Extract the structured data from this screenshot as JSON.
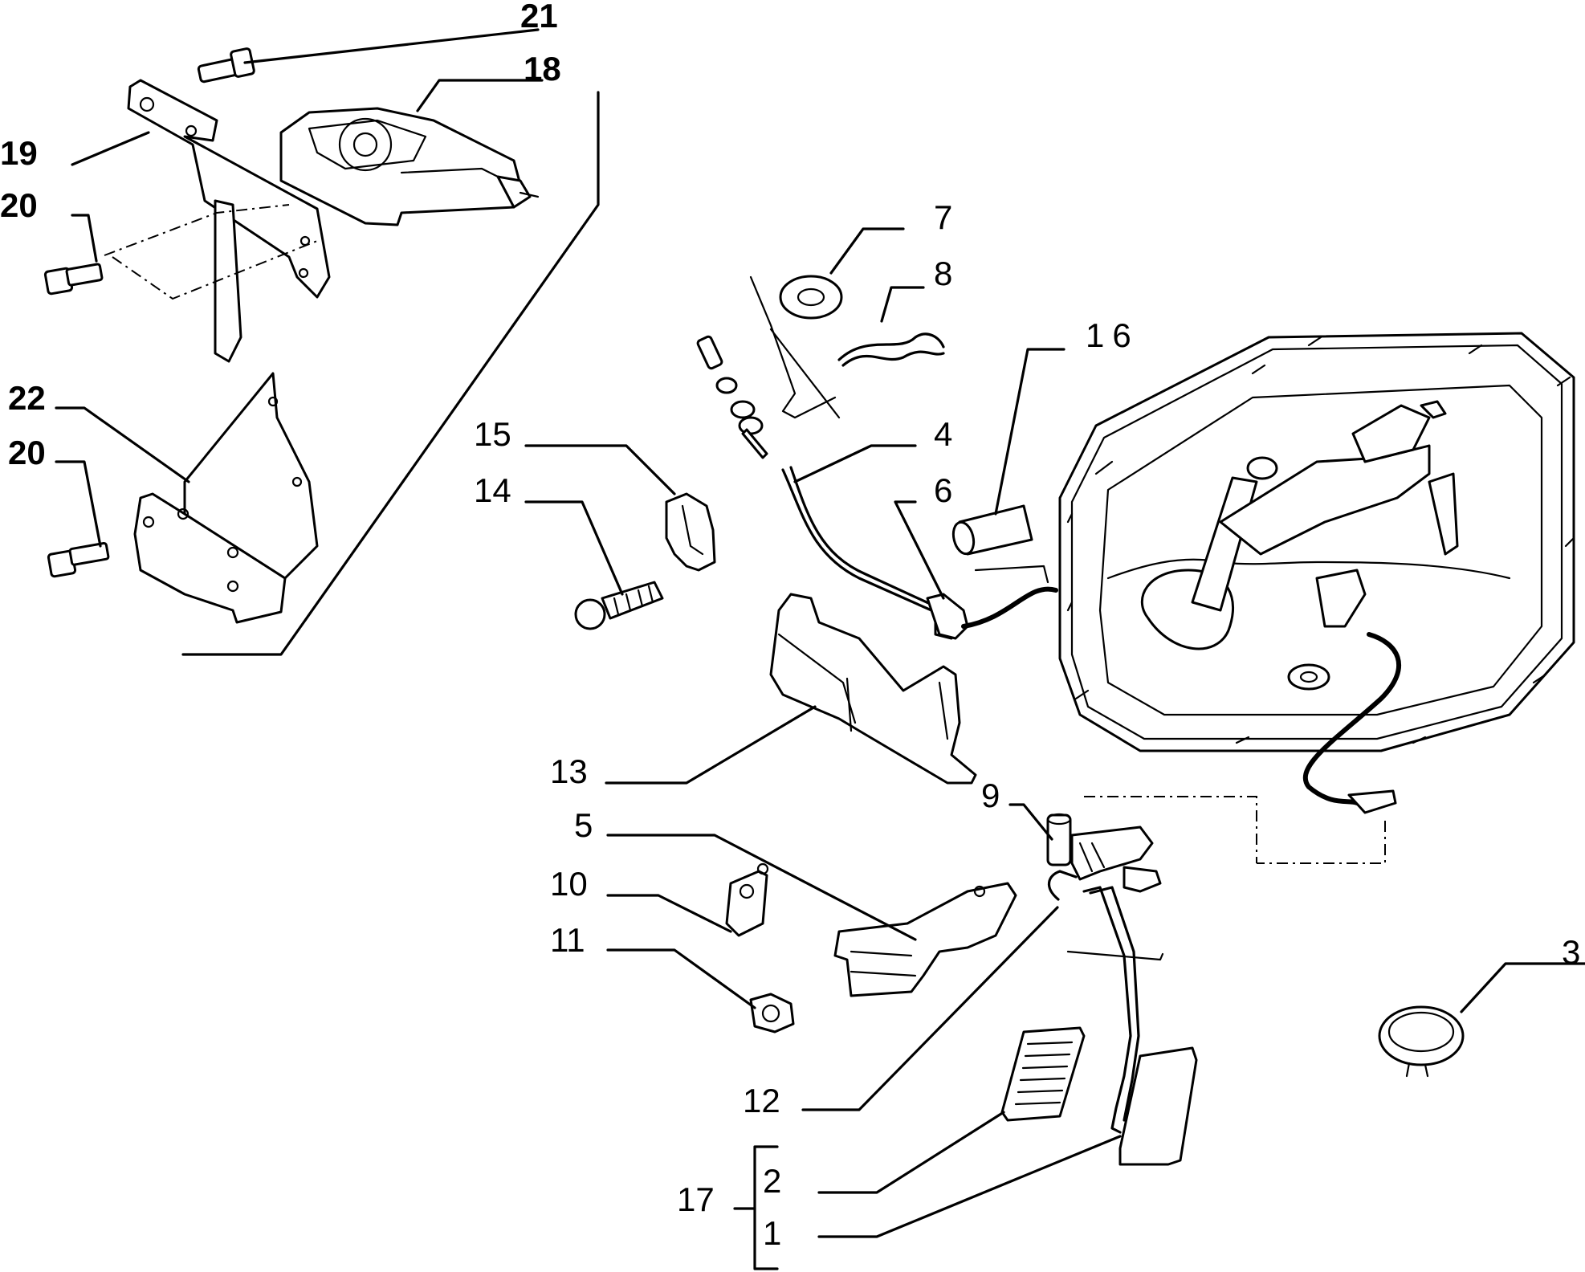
{
  "labels": {
    "l21": "21",
    "l18": "18",
    "l19": "19",
    "l20a": "20",
    "l22": "22",
    "l20b": "20",
    "l7": "7",
    "l8": "8",
    "l16": "16",
    "l15": "15",
    "l14": "14",
    "l4": "4",
    "l6": "6",
    "l13": "13",
    "l9": "9",
    "l5": "5",
    "l10": "10",
    "l11": "11",
    "l3": "3",
    "l12": "12",
    "l17": "17",
    "l2": "2",
    "l1": "1"
  }
}
